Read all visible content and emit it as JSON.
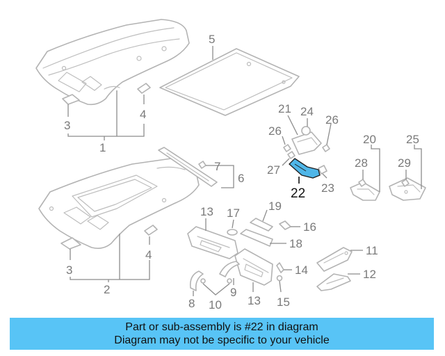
{
  "diagram": {
    "callouts": {
      "c1": "1",
      "c2": "2",
      "c3a": "3",
      "c3b": "3",
      "c4a": "4",
      "c4b": "4",
      "c5": "5",
      "c6": "6",
      "c7": "7",
      "c8": "8",
      "c9": "9",
      "c10": "10",
      "c11": "11",
      "c12": "12",
      "c13a": "13",
      "c13b": "13",
      "c14": "14",
      "c15": "15",
      "c16": "16",
      "c17": "17",
      "c18": "18",
      "c19": "19",
      "c20": "20",
      "c21": "21",
      "c22": "22",
      "c23": "23",
      "c24": "24",
      "c25": "25",
      "c26a": "26",
      "c26b": "26",
      "c27": "27",
      "c28": "28",
      "c29": "29"
    },
    "highlight_color": "#4fb6e8"
  },
  "banner": {
    "line1": "Part or sub-assembly is #22 in diagram",
    "line2": "Diagram may not be specific to your vehicle",
    "color": "#58c4f6"
  }
}
